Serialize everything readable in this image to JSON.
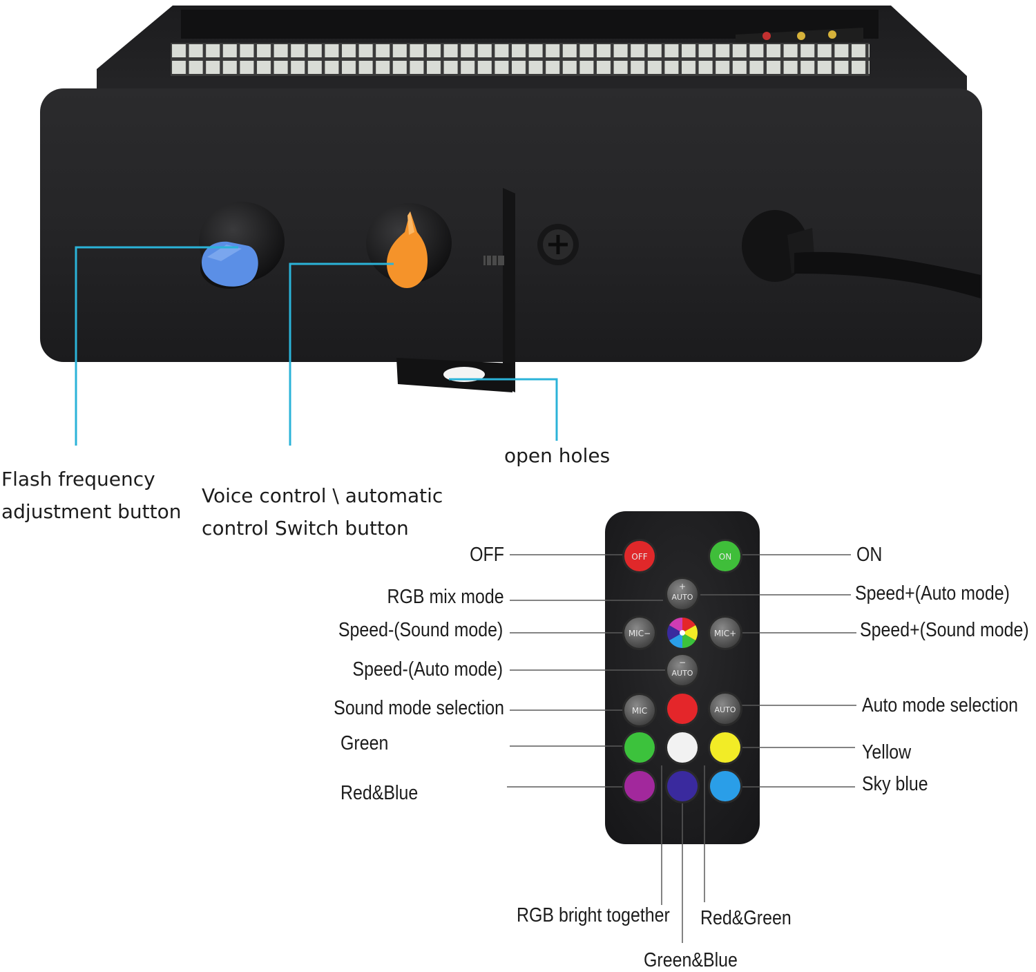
{
  "device": {
    "callouts": {
      "flash_frequency": "Flash frequency\nadjustment button",
      "voice_auto_switch": "Voice control \\ automatic\ncontrol Switch button",
      "open_holes": "open holes"
    },
    "knob_colors": {
      "flash": "#5b8fe6",
      "voice": "#f5932a"
    },
    "callout_line_color": "#2bb3d8"
  },
  "remote": {
    "buttons": {
      "off": "OFF",
      "on": "ON",
      "auto_plus": "+\nAUTO",
      "mic_minus": "MIC−",
      "mic_plus": "MIC+",
      "auto_minus": "−\nAUTO",
      "mic": "MIC",
      "auto": "AUTO"
    },
    "labels_left": {
      "off": "OFF",
      "rgb_mix": "RGB mix mode",
      "speed_minus_sound": "Speed-(Sound mode)",
      "speed_minus_auto": "Speed-(Auto mode)",
      "sound_mode": "Sound mode selection",
      "green": "Green",
      "red_blue": "Red&Blue"
    },
    "labels_right": {
      "on": "ON",
      "speed_plus_auto": "Speed+(Auto mode)",
      "speed_plus_sound": "Speed+(Sound mode)",
      "auto_mode": "Auto mode selection",
      "yellow": "Yellow",
      "sky_blue": "Sky blue"
    },
    "labels_bottom": {
      "rgb_bright": "RGB bright together",
      "red_green": "Red&Green",
      "green_blue": "Green&Blue"
    },
    "button_colors": {
      "off": "#e0282a",
      "on": "#3fbe3a",
      "red": "#e4262a",
      "green": "#3cc23c",
      "white": "#f2f2f2",
      "yellow": "#f2ec26",
      "purple": "#a2289c",
      "indigo": "#3a2a9e",
      "sky_blue": "#2a9ee8",
      "gray": "#6a6a6a"
    }
  }
}
